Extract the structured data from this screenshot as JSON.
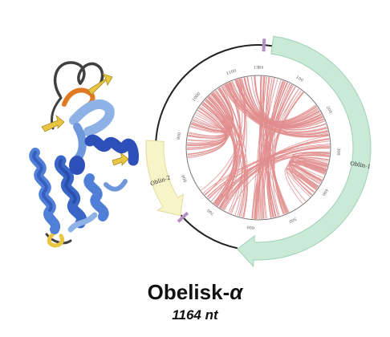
{
  "title": {
    "name": "Obelisk-",
    "greek": "α"
  },
  "subtitle": "1164 nt",
  "genome": {
    "length": 1164,
    "ticks": [
      {
        "pos": 1,
        "label": "1"
      },
      {
        "pos": 100,
        "label": "100"
      },
      {
        "pos": 200,
        "label": "200"
      },
      {
        "pos": 300,
        "label": "300"
      },
      {
        "pos": 400,
        "label": "400"
      },
      {
        "pos": 500,
        "label": "500"
      },
      {
        "pos": 600,
        "label": "600"
      },
      {
        "pos": 700,
        "label": "700"
      },
      {
        "pos": 800,
        "label": "800"
      },
      {
        "pos": 900,
        "label": "900"
      },
      {
        "pos": 1000,
        "label": "1000"
      },
      {
        "pos": 1100,
        "label": "1100"
      },
      {
        "pos": 1164,
        "label": "1164"
      }
    ],
    "orfs": [
      {
        "name": "Oblin-1",
        "start": 25,
        "end": 620,
        "strand": "+",
        "color": "#cbe9d7",
        "stroke": "#9fd1b4"
      },
      {
        "name": "Oblin-2",
        "start": 740,
        "end": 885,
        "strand": "-",
        "color": "#f8f4c9",
        "stroke": "#e2db9a"
      }
    ],
    "colors": {
      "backbone": "#222222",
      "arc": "#e08d8d",
      "tick": "#555555",
      "marker": "#b48fc0"
    }
  },
  "protein": {
    "colors": {
      "helix_dark": "#2d4fb8",
      "helix_mid": "#4f7fd6",
      "helix_light": "#8fb2e6",
      "strand": "#e9c642",
      "loop_orange": "#e07a22",
      "loop_dark": "#404040"
    }
  }
}
